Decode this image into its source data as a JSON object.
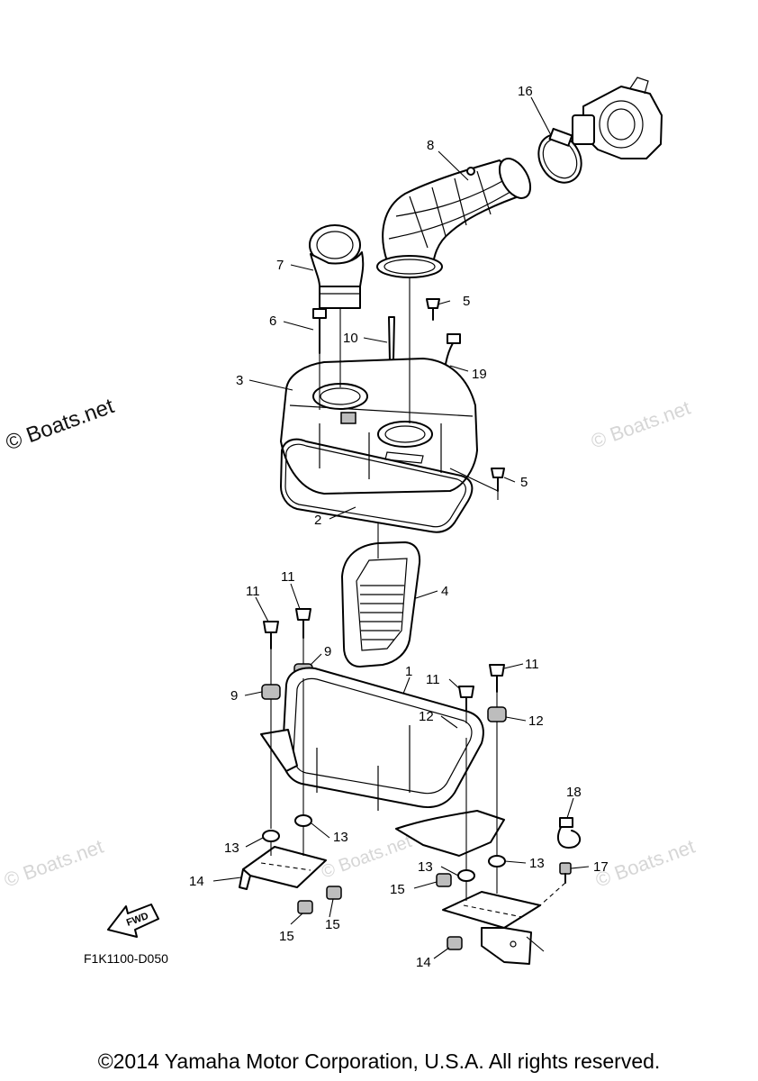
{
  "watermark_text": "© Boats.net",
  "diagram_code": "F1K1100-D050",
  "fwd_label": "FWD",
  "copyright": "©2014 Yamaha Motor Corporation, U.S.A. All rights reserved.",
  "callouts": [
    "16",
    "8",
    "7",
    "5",
    "6",
    "10",
    "19",
    "3",
    "2",
    "5",
    "4",
    "11",
    "11",
    "9",
    "9",
    "1",
    "11",
    "11",
    "12",
    "12",
    "18",
    "13",
    "13",
    "14",
    "13",
    "13",
    "17",
    "15",
    "15",
    "15",
    "14"
  ]
}
